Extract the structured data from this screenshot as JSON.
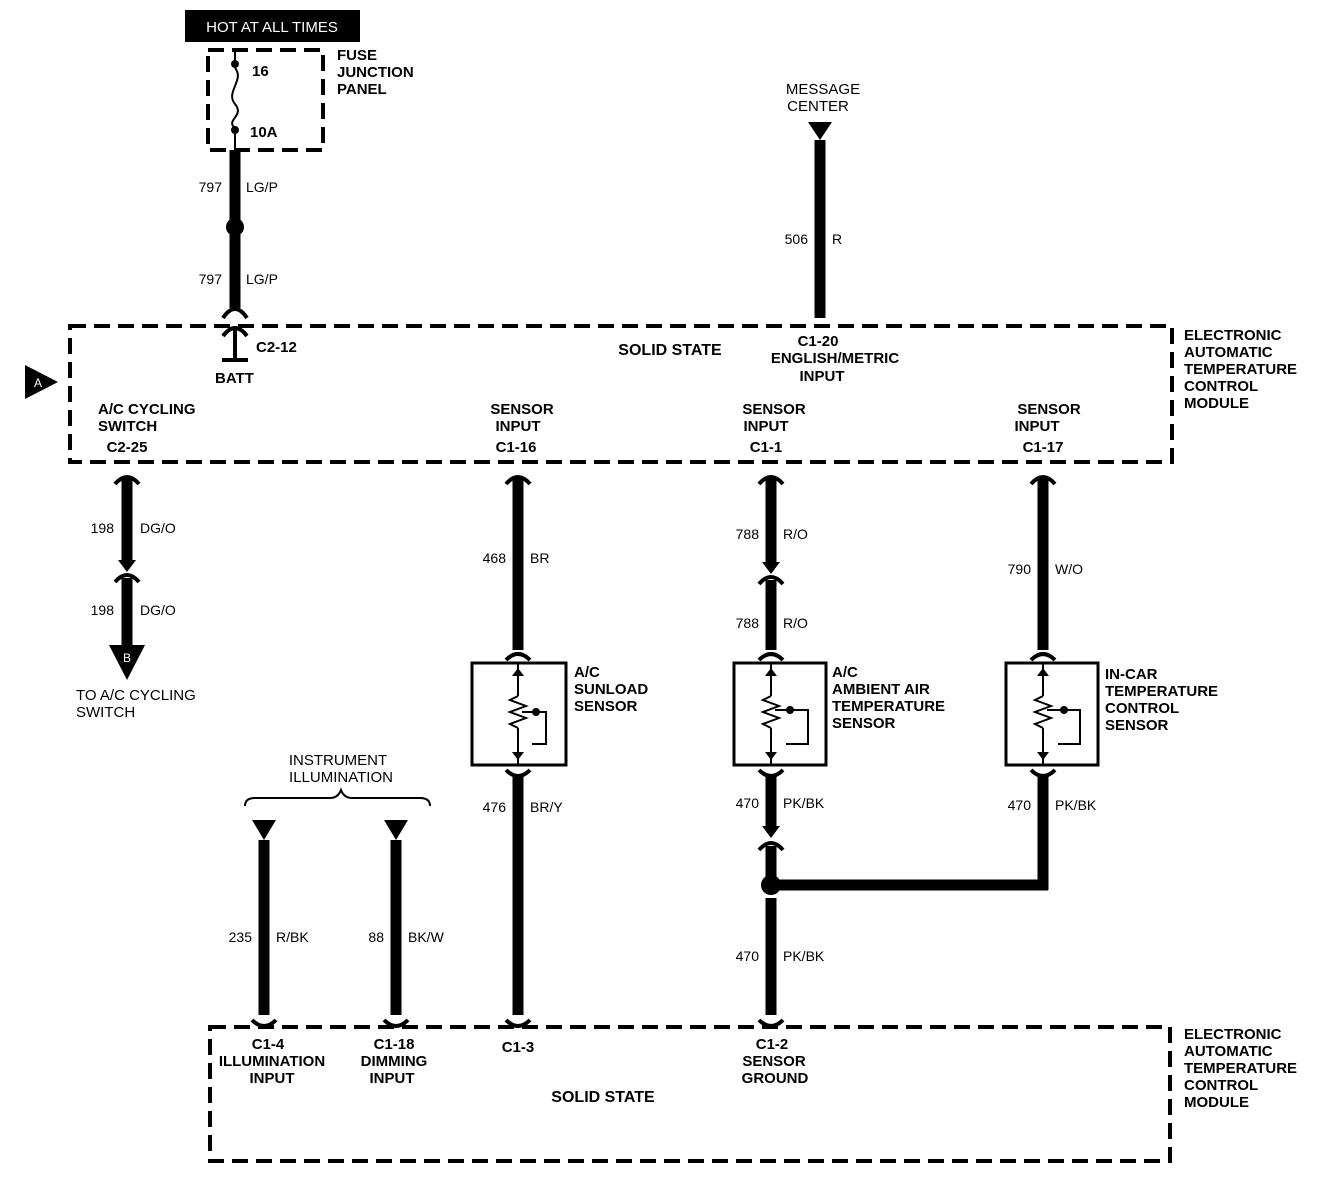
{
  "hot_at_all_times": "HOT AT ALL TIMES",
  "fuse": {
    "panel_line1": "FUSE",
    "panel_line2": "JUNCTION",
    "panel_line3": "PANEL",
    "number": "16",
    "rating": "10A"
  },
  "message_center": {
    "line1": "MESSAGE",
    "line2": "CENTER"
  },
  "module_top": {
    "name_line1": "ELECTRONIC",
    "name_line2": "AUTOMATIC",
    "name_line3": "TEMPERATURE",
    "name_line4": "CONTROL",
    "name_line5": "MODULE",
    "solid_state": "SOLID STATE",
    "c2_12": "C2-12",
    "batt": "BATT",
    "c1_20": "C1-20",
    "english_metric": "ENGLISH/METRIC",
    "input": "INPUT",
    "ac_cycling_line1": "A/C CYCLING",
    "ac_cycling_line2": "SWITCH",
    "c2_25": "C2-25",
    "sensor_line1": "SENSOR",
    "sensor_line2": "INPUT",
    "c1_16": "C1-16",
    "c1_1": "C1-1",
    "c1_17": "C1-17"
  },
  "module_bottom": {
    "name_line1": "ELECTRONIC",
    "name_line2": "AUTOMATIC",
    "name_line3": "TEMPERATURE",
    "name_line4": "CONTROL",
    "name_line5": "MODULE",
    "solid_state": "SOLID STATE",
    "c1_4": "C1-4",
    "illumination_input_line1": "ILLUMINATION",
    "illumination_input_line2": "INPUT",
    "c1_18": "C1-18",
    "dimming_line1": "DIMMING",
    "dimming_line2": "INPUT",
    "c1_3": "C1-3",
    "c1_2": "C1-2",
    "sensor_ground_line1": "SENSOR",
    "sensor_ground_line2": "GROUND"
  },
  "refs": {
    "a": "A",
    "b": "B"
  },
  "to_ac_cycling": {
    "line1": "TO A/C CYCLING",
    "line2": "SWITCH"
  },
  "instrument_illumination": {
    "line1": "INSTRUMENT",
    "line2": "ILLUMINATION"
  },
  "wires": {
    "w797a": {
      "num": "797",
      "color": "LG/P"
    },
    "w797b": {
      "num": "797",
      "color": "LG/P"
    },
    "w506": {
      "num": "506",
      "color": "R"
    },
    "w198a": {
      "num": "198",
      "color": "DG/O"
    },
    "w198b": {
      "num": "198",
      "color": "DG/O"
    },
    "w468": {
      "num": "468",
      "color": "BR"
    },
    "w788a": {
      "num": "788",
      "color": "R/O"
    },
    "w788b": {
      "num": "788",
      "color": "R/O"
    },
    "w790": {
      "num": "790",
      "color": "W/O"
    },
    "w476": {
      "num": "476",
      "color": "BR/Y"
    },
    "w470a": {
      "num": "470",
      "color": "PK/BK"
    },
    "w470b": {
      "num": "470",
      "color": "PK/BK"
    },
    "w470c": {
      "num": "470",
      "color": "PK/BK"
    },
    "w235": {
      "num": "235",
      "color": "R/BK"
    },
    "w88": {
      "num": "88",
      "color": "BK/W"
    }
  },
  "sensors": {
    "sunload": {
      "line1": "A/C",
      "line2": "SUNLOAD",
      "line3": "SENSOR"
    },
    "ambient": {
      "line1": "A/C",
      "line2": "AMBIENT AIR",
      "line3": "TEMPERATURE",
      "line4": "SENSOR"
    },
    "incar": {
      "line1": "IN-CAR",
      "line2": "TEMPERATURE",
      "line3": "CONTROL",
      "line4": "SENSOR"
    }
  }
}
